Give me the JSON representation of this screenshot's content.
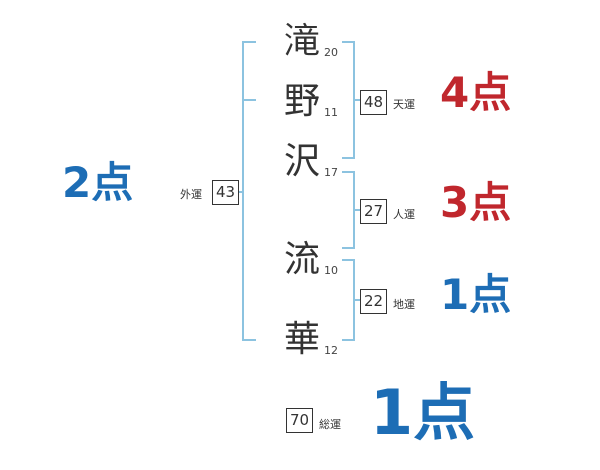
{
  "name_chars": [
    {
      "char": "滝",
      "strokes": "20"
    },
    {
      "char": "野",
      "strokes": "11"
    },
    {
      "char": "沢",
      "strokes": "17"
    },
    {
      "char": "流",
      "strokes": "10"
    },
    {
      "char": "華",
      "strokes": "12"
    }
  ],
  "fortunes": {
    "gaiun": {
      "label": "外運",
      "value": "43",
      "score": "2点"
    },
    "tenun": {
      "label": "天運",
      "value": "48",
      "score": "4点"
    },
    "jinun": {
      "label": "人運",
      "value": "27",
      "score": "3点"
    },
    "chiun": {
      "label": "地運",
      "value": "22",
      "score": "1点"
    },
    "souun": {
      "label": "総運",
      "value": "70",
      "score": "1点"
    }
  },
  "colors": {
    "bracket": "#8cc3e0",
    "good": "#c0272d",
    "low": "#1d6db5"
  }
}
